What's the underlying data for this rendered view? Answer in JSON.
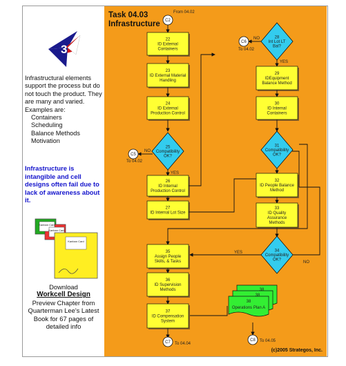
{
  "sidebar": {
    "logo_number": "3",
    "intro_text": "Infrastructural elements support the process but do not touch the product. They are many and varied. Examples are:",
    "examples": [
      "Containers",
      "Scheduling",
      "Balance Methods",
      "Motivation"
    ],
    "blue_text": "Infrastructure is intangible and cell designs often fail due to lack of awareness about it.",
    "book_cards": [
      "Kanban Card",
      "Kanban Card",
      "Kanban Card"
    ],
    "download_label": "Download",
    "book_link": "Workcell Design",
    "download_desc": "Preview Chapter from Quarterman Lee's Latest Book for 67 pages of detailed info"
  },
  "diagram": {
    "title_line1": "Task 04.03",
    "title_line2": "Infrastructure",
    "from_label": "From 04.02",
    "copyright": "(c)2005 Strategos, Inc.",
    "nodes": [
      {
        "id": "n22",
        "num": "22",
        "lines": [
          "ID External",
          "Containers"
        ]
      },
      {
        "id": "n23",
        "num": "23",
        "lines": [
          "ID External Material",
          "Handling"
        ]
      },
      {
        "id": "n24",
        "num": "24",
        "lines": [
          "ID External",
          "Production Control"
        ]
      },
      {
        "id": "n26",
        "num": "26",
        "lines": [
          "ID Internal",
          "Production Control"
        ]
      },
      {
        "id": "n27",
        "num": "27",
        "lines": [
          "ID Internal Lot Size"
        ]
      },
      {
        "id": "n29",
        "num": "29",
        "lines": [
          "IDEquipment",
          "Balance Method"
        ]
      },
      {
        "id": "n30",
        "num": "30",
        "lines": [
          "ID Internal",
          "Containers"
        ]
      },
      {
        "id": "n32",
        "num": "32",
        "lines": [
          "ID People Balance",
          "Method"
        ]
      },
      {
        "id": "n33",
        "num": "33",
        "lines": [
          "ID Quality",
          "Assurance",
          "Methods"
        ]
      },
      {
        "id": "n35",
        "num": "35",
        "lines": [
          "Assign People",
          "Skills, & Tasks"
        ]
      },
      {
        "id": "n36",
        "num": "36",
        "lines": [
          "ID Supervision",
          "Methods"
        ]
      },
      {
        "id": "n37",
        "num": "37",
        "lines": [
          "ID Compensation",
          "System"
        ]
      }
    ],
    "decisions": [
      {
        "id": "d25",
        "num": "25",
        "lines": [
          "Compatibility",
          "OK?"
        ]
      },
      {
        "id": "d28",
        "num": "28",
        "lines": [
          "Int Lot LT",
          "Bal?"
        ]
      },
      {
        "id": "d31",
        "num": "31",
        "lines": [
          "Compatibility",
          "OK?"
        ]
      },
      {
        "id": "d34",
        "num": "34",
        "lines": [
          "Compatibility",
          "OK?"
        ]
      }
    ],
    "connectors": [
      {
        "id": "c2",
        "label": "C2"
      },
      {
        "id": "c5",
        "label": "C5"
      },
      {
        "id": "c6",
        "label": "C6"
      },
      {
        "id": "c7",
        "label": "C7"
      },
      {
        "id": "c8",
        "label": "C8"
      }
    ],
    "doc_stack": {
      "nums": [
        "38",
        "38",
        "38"
      ],
      "label": "Operations Plan A"
    },
    "flow_labels": {
      "yes": "YES",
      "no": "NO",
      "to_c5": "To 04.02",
      "to_c6": "To 04.02",
      "to_c7": "To 04.04",
      "to_c8": "To 04.05"
    },
    "colors": {
      "background": "#f49b1a",
      "process": "#ffff33",
      "decision": "#33ccee",
      "document": "#33ee33",
      "connector": "#ffffff"
    }
  }
}
